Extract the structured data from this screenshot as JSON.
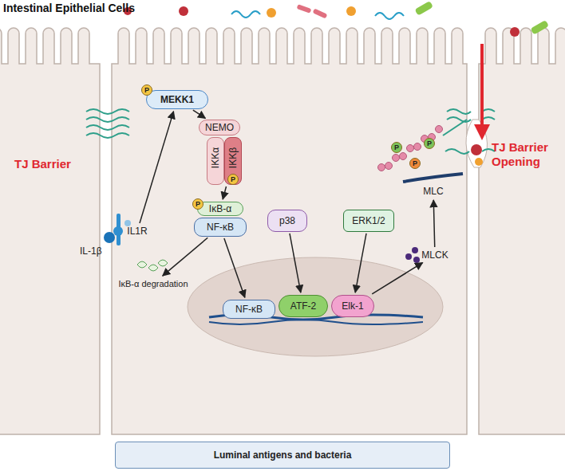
{
  "diagram": {
    "title": "Intestinal Epithelial Cells",
    "nodes": [
      {
        "text": [
          "MEKK1"
        ]
      },
      {
        "text": [
          "NEMO"
        ]
      },
      {
        "text": [
          "IKKα"
        ]
      },
      {
        "text": [
          "IKKβ"
        ]
      },
      {
        "text": [
          "IL1R"
        ]
      },
      {
        "text": [
          "IκB-α"
        ]
      },
      {
        "text": [
          "NF-κB"
        ]
      },
      {
        "text": [
          "p38"
        ]
      },
      {
        "text": [
          "ERK1/2"
        ]
      },
      {
        "text": [
          "IκB-α degradation"
        ]
      },
      {
        "text": [
          "NF-κB"
        ]
      },
      {
        "text": [
          "ATF-2"
        ]
      },
      {
        "text": [
          "Elk-1"
        ]
      },
      {
        "text": [
          "MLC"
        ]
      },
      {
        "text": [
          "MLCK"
        ]
      },
      {
        "text": [
          "Luminal antigens and bacteria"
        ]
      }
    ],
    "edges": [
      {
        "from": 4,
        "to": 0,
        "arrow": "to"
      },
      {
        "from": 0,
        "to": 1,
        "arrow": "to"
      },
      {
        "from": 3,
        "to": 5,
        "arrow": "to"
      },
      {
        "from": 6,
        "to": 9,
        "arrow": "to"
      },
      {
        "from": 6,
        "to": 10,
        "arrow": "to"
      },
      {
        "from": 7,
        "to": 11,
        "arrow": "to"
      },
      {
        "from": 8,
        "to": 12,
        "arrow": "to"
      },
      {
        "from": 12,
        "to": 14,
        "arrow": "to"
      },
      {
        "from": 14,
        "to": 13,
        "arrow": "to"
      }
    ],
    "labels": [
      "TJ Barrier",
      "TJ Barrier Opening",
      "P",
      "P",
      "P",
      "P",
      "P",
      "P",
      "IL-1β"
    ]
  }
}
